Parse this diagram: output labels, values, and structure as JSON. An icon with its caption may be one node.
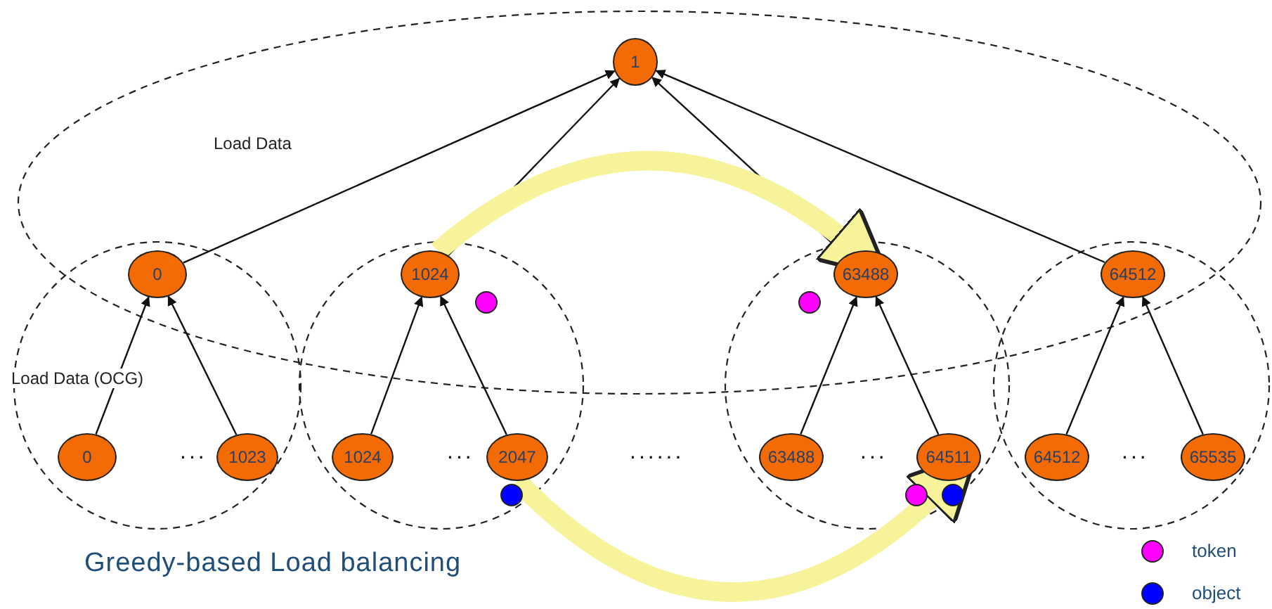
{
  "diagram": {
    "title": "Greedy-based Load balancing",
    "nodes": [
      {
        "text": [
          "Load Data"
        ]
      },
      {
        "text": [
          "1"
        ],
        "in": 0
      },
      {
        "text": [
          "Load Data (OCG)"
        ]
      },
      {
        "text": [],
        "shape": "circle"
      },
      {
        "text": [],
        "shape": "circle"
      },
      {
        "text": [],
        "shape": "circle"
      },
      {
        "text": [
          "0"
        ]
      },
      {
        "text": [
          "1024"
        ]
      },
      {
        "text": [
          "63488"
        ]
      },
      {
        "text": [
          "64512"
        ]
      },
      {
        "text": [
          "0"
        ],
        "in": 2
      },
      {
        "text": [
          "1023"
        ],
        "in": 2
      },
      {
        "text": [
          "1024"
        ],
        "in": 3
      },
      {
        "text": [
          "2047"
        ],
        "in": 3
      },
      {
        "text": [
          "63488"
        ],
        "in": 4
      },
      {
        "text": [
          "64511"
        ],
        "in": 4
      },
      {
        "text": [
          "64512"
        ],
        "in": 5
      },
      {
        "text": [
          "65535"
        ],
        "in": 5
      }
    ],
    "edges": [
      {
        "from": 6,
        "to": 1,
        "arrow": "to"
      },
      {
        "from": 7,
        "to": 1,
        "arrow": "to"
      },
      {
        "from": 8,
        "to": 1,
        "arrow": "to"
      },
      {
        "from": 9,
        "to": 1,
        "arrow": "to"
      },
      {
        "from": 10,
        "to": 6,
        "arrow": "to"
      },
      {
        "from": 11,
        "to": 6,
        "arrow": "to"
      },
      {
        "from": 12,
        "to": 7,
        "arrow": "to"
      },
      {
        "from": 13,
        "to": 7,
        "arrow": "to"
      },
      {
        "from": 14,
        "to": 8,
        "arrow": "to"
      },
      {
        "from": 15,
        "to": 8,
        "arrow": "to"
      },
      {
        "from": 16,
        "to": 9,
        "arrow": "to"
      },
      {
        "from": 17,
        "to": 9,
        "arrow": "to"
      },
      {
        "from": 7,
        "to": 8,
        "arrow": "to",
        "style": "thick",
        "color": "#f7f39a"
      },
      {
        "from": 13,
        "to": 15,
        "arrow": "to",
        "style": "thick",
        "color": "#f7f39a"
      }
    ],
    "labels": [
      "...",
      "...",
      "......",
      "...",
      "..."
    ],
    "legend": [
      {
        "text": "token",
        "color": "#ff00ff"
      },
      {
        "text": "object",
        "color": "#0000ff"
      }
    ]
  }
}
